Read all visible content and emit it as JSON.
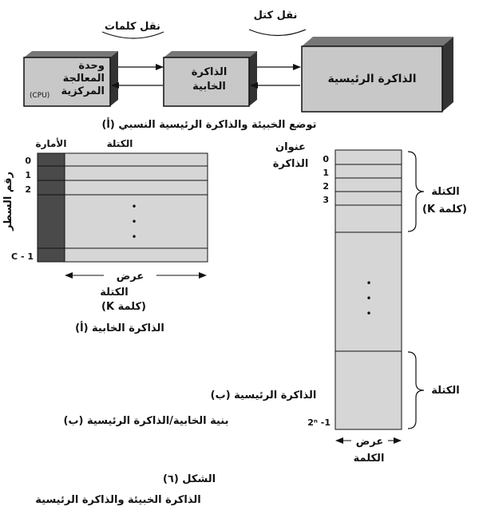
{
  "part_a": {
    "cpu_label": [
      "وحدة",
      "المعالجة",
      "المركزية"
    ],
    "cpu_abbr": "(CPU)",
    "cache_label": [
      "الذاكرة",
      "الخابية"
    ],
    "main_memory_label": "الذاكرة الرئيسية",
    "word_transfer": "نقل كلمات",
    "block_transfer": "نقل كتل",
    "caption": "(أ) توضع الخبيئة والذاكرة الرئيسية النسبي"
  },
  "cache_diagram": {
    "tag_header": "الأمارة",
    "block_header": "الكتلة",
    "row_number_label": "رقم السطر",
    "row_labels": [
      "0",
      "1",
      "2",
      "C - 1"
    ],
    "ellipsis": "•",
    "block_width_label": [
      "عرض",
      "الكتلة",
      "(K كلمة)"
    ],
    "caption": "(أ) الذاكرة الخابية"
  },
  "memory_diagram": {
    "address_label": [
      "عنوان",
      "الذاكرة"
    ],
    "addresses": [
      "0",
      "1",
      "2",
      "3"
    ],
    "last_address": "2ⁿ -1",
    "block_label_top": [
      "الكتلة",
      "(K كلمة)"
    ],
    "block_label_bottom": "الكتلة",
    "word_width_label": [
      "عرض",
      "الكلمة"
    ],
    "caption": "(ب) الذاكرة الرئيسية"
  },
  "structure_caption": "(ب) بنية الخابية/الذاكرة الرئيسية",
  "figure": {
    "number": "الشكل (٦)",
    "title": "الذاكرة الخبيئة والذاكرة الرئيسية"
  }
}
